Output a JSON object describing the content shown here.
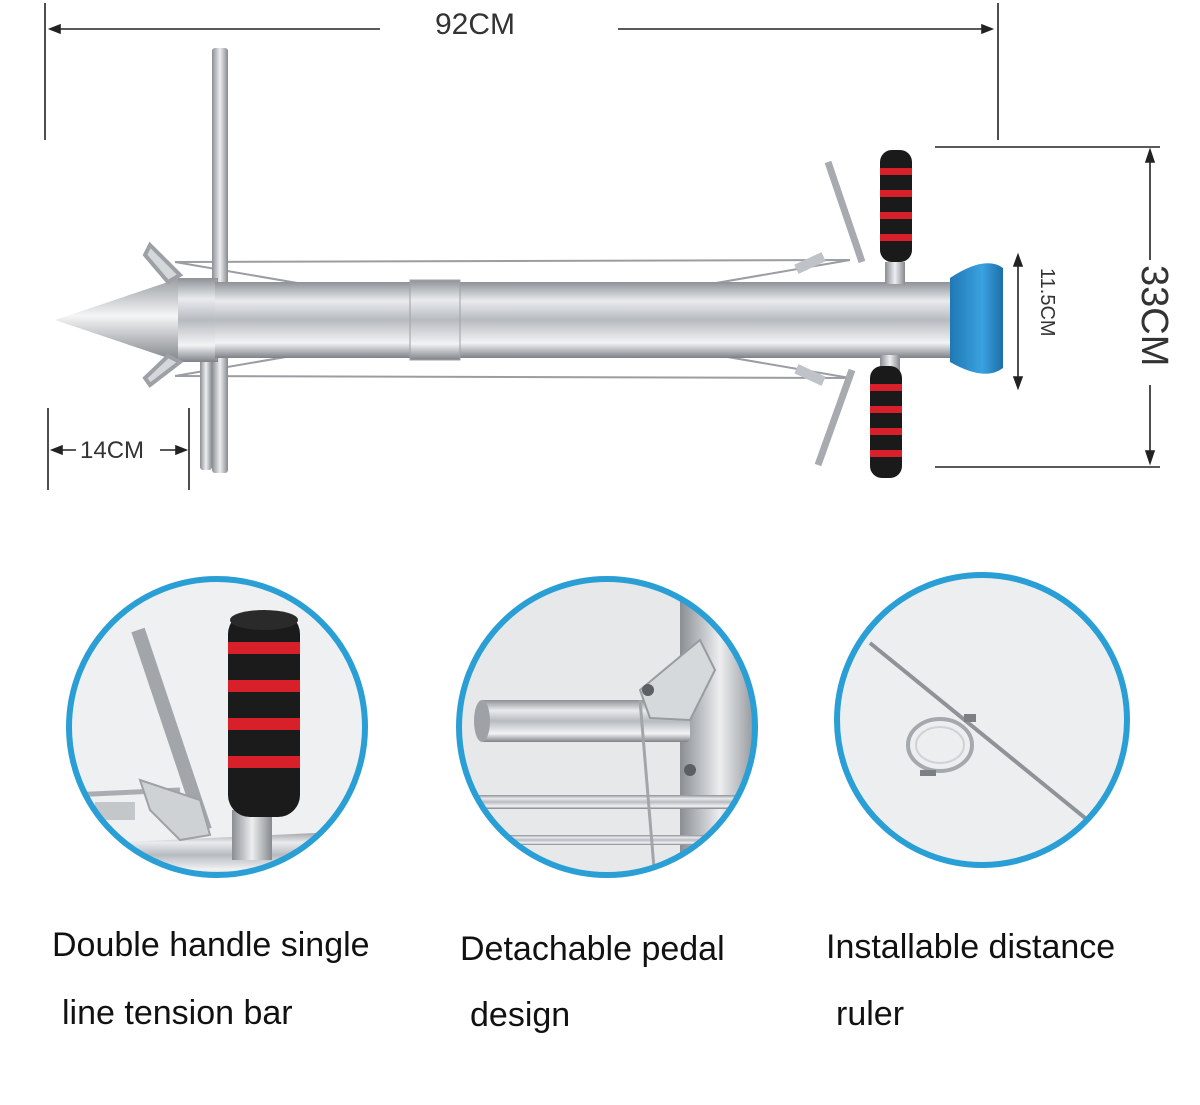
{
  "dimensions": {
    "length": "92CM",
    "tip": "14CM",
    "handle_span": "33CM",
    "mouth": "11.5CM"
  },
  "features": [
    {
      "line1": "Double handle single",
      "line2": "line tension bar"
    },
    {
      "line1": "Detachable pedal",
      "line2": "design"
    },
    {
      "line1": "Installable distance",
      "line2": "ruler"
    }
  ],
  "colors": {
    "circle_border": "#2a9fd6",
    "grip_black": "#1a1a1a",
    "grip_red": "#d8202a",
    "cap_blue": "#2c8fcf",
    "steel": "#c9ccd0"
  }
}
